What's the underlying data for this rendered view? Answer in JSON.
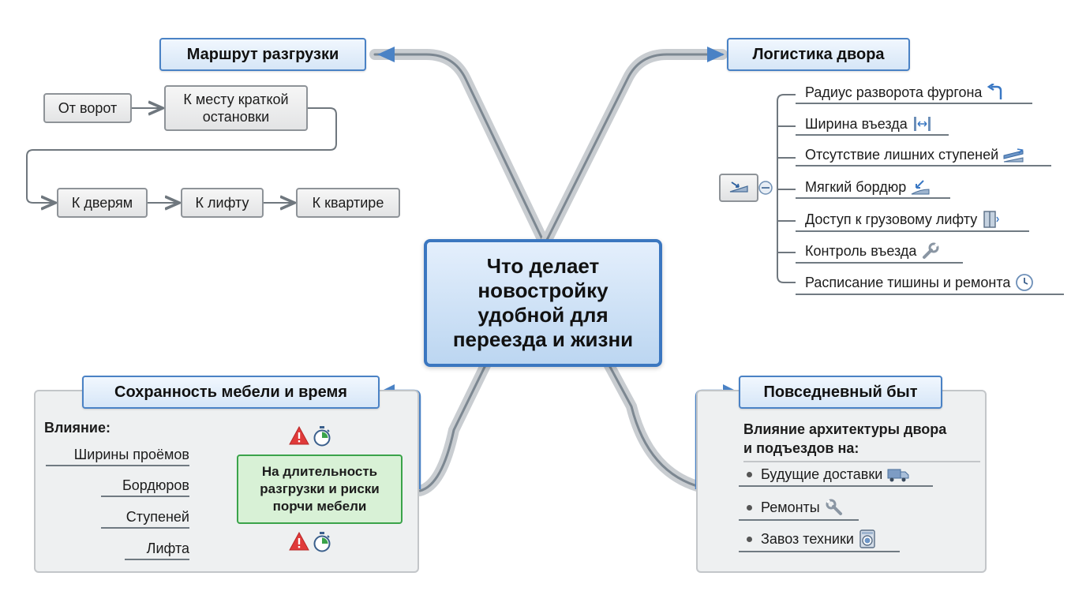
{
  "center": {
    "line1": "Что делает",
    "line2": "новостройку",
    "line3": "удобной для",
    "line4": "переезда и жизни"
  },
  "route": {
    "title": "Маршрут разгрузки",
    "steps": [
      "От ворот",
      "К месту краткой остановки",
      "К дверям",
      "К лифту",
      "К квартире"
    ]
  },
  "yard": {
    "title": "Логистика двора",
    "items": [
      {
        "label": "Радиус разворота фургона",
        "icon": "u-turn-arrow-icon"
      },
      {
        "label": "Ширина въезда",
        "icon": "width-measure-icon"
      },
      {
        "label": "Отсутствие лишних ступеней",
        "icon": "steps-icon"
      },
      {
        "label": "Мягкий бордюр",
        "icon": "curb-ramp-icon"
      },
      {
        "label": "Доступ к грузовому лифту",
        "icon": "freight-elevator-icon"
      },
      {
        "label": "Контроль въезда",
        "icon": "wrench-icon"
      },
      {
        "label": "Расписание тишины и ремонта",
        "icon": "clock-icon"
      }
    ]
  },
  "furniture": {
    "title": "Сохранность мебели и время",
    "influence_label": "Влияние:",
    "factors": [
      "Ширины проёмов",
      "Бордюров",
      "Ступеней",
      "Лифта"
    ],
    "result": {
      "line1": "На длительность",
      "line2": "разгрузки и риски",
      "line3": "порчи мебели"
    },
    "icons": [
      "warning-icon",
      "stopwatch-icon"
    ]
  },
  "daily": {
    "title": "Повседневный быт",
    "heading_line1": "Влияние архитектуры двора",
    "heading_line2": "и подъездов на:",
    "items": [
      {
        "label": "Будущие доставки",
        "icon": "delivery-truck-icon"
      },
      {
        "label": "Ремонты",
        "icon": "wrench-icon"
      },
      {
        "label": "Завоз техники",
        "icon": "washing-machine-icon"
      }
    ]
  },
  "colors": {
    "accent": "#3b77c0",
    "green": "#3aa34a",
    "warning": "#e03a3a",
    "connector": "#c9cdd1"
  }
}
